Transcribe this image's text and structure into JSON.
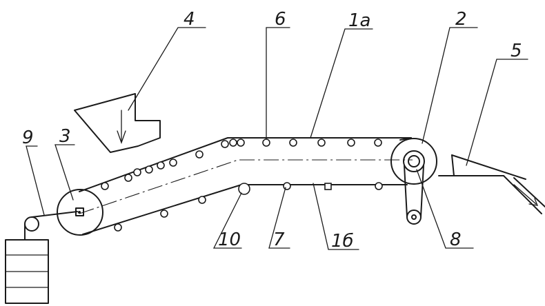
{
  "labels": {
    "l1a": "1а",
    "l1b": "1б",
    "l2": "2",
    "l3": "3",
    "l4": "4",
    "l5": "5",
    "l6": "6",
    "l7": "7",
    "l8": "8",
    "l9": "9",
    "l10": "10"
  }
}
